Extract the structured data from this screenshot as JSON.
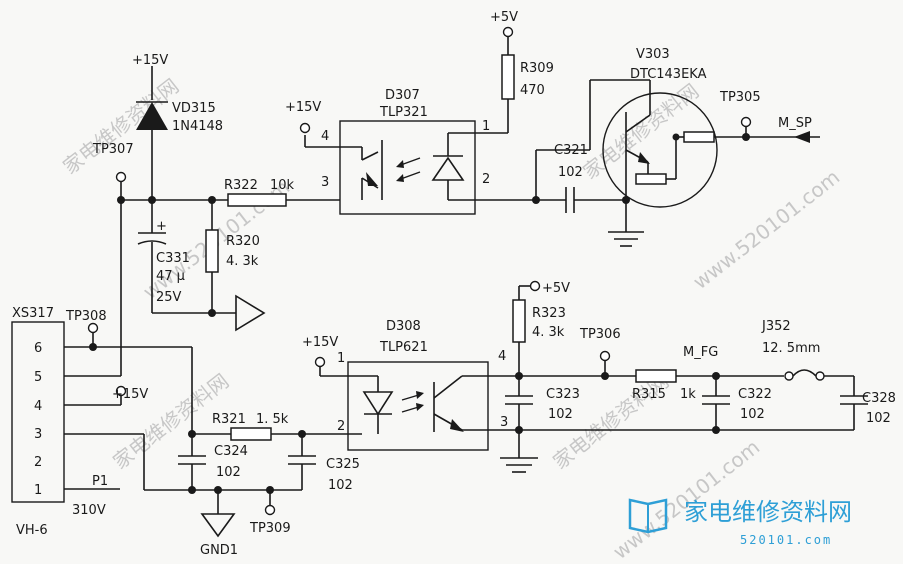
{
  "nodes": {
    "p15v_top": "+15V",
    "vd315": "VD315",
    "vd315_part": "1N4148",
    "tp307": "TP307",
    "p15v_d307": "+15V",
    "d307": "D307",
    "d307_part": "TLP321",
    "d307_pin4": "4",
    "d307_pin3": "3",
    "d307_pin1": "1",
    "d307_pin2": "2",
    "p5v_top": "+5V",
    "r309": "R309",
    "r309_val": "470",
    "v303": "V303",
    "v303_part": "DTC143EKA",
    "tp305": "TP305",
    "m_sp": "M_SP",
    "c321": "C321",
    "c321_val": "102",
    "r322": "R322",
    "r322_val": "10k",
    "r320": "R320",
    "r320_val": "4. 3k",
    "c331_plus": "+",
    "c331": "C331",
    "c331_val": "47 μ",
    "c331_volt": "25V",
    "xs317": "XS317",
    "tp308": "TP308",
    "pin6": "6",
    "pin5": "5",
    "pin4": "4",
    "pin3": "3",
    "pin2": "2",
    "pin1": "1",
    "vh6": "VH-6",
    "p15v_conn": "+15V",
    "p1": "P1",
    "p1_volt": "310V",
    "r321": "R321",
    "r321_val": "1. 5k",
    "c324": "C324",
    "c324_val": "102",
    "c325": "C325",
    "c325_val": "102",
    "gnd1": "GND1",
    "tp309": "TP309",
    "p15v_d308": "+15V",
    "d308": "D308",
    "d308_part": "TLP621",
    "d308_pin1": "1",
    "d308_pin2": "2",
    "d308_pin4": "4",
    "d308_pin3": "3",
    "p5v_mid": "+5V",
    "r323": "R323",
    "r323_val": "4. 3k",
    "tp306": "TP306",
    "m_fg": "M_FG",
    "r315": "R315",
    "r315_val": "1k",
    "c323": "C323",
    "c323_val": "102",
    "c322": "C322",
    "c322_val": "102",
    "j352": "J352",
    "j352_val": "12. 5mm",
    "c328": "C328",
    "c328_val": "102"
  },
  "watermarks": {
    "cn": "家电维修资料网",
    "url": "www.520101.com"
  },
  "brand": {
    "name": "家电维修资料网",
    "url": "520101.com",
    "color": "#2e9fd6"
  }
}
